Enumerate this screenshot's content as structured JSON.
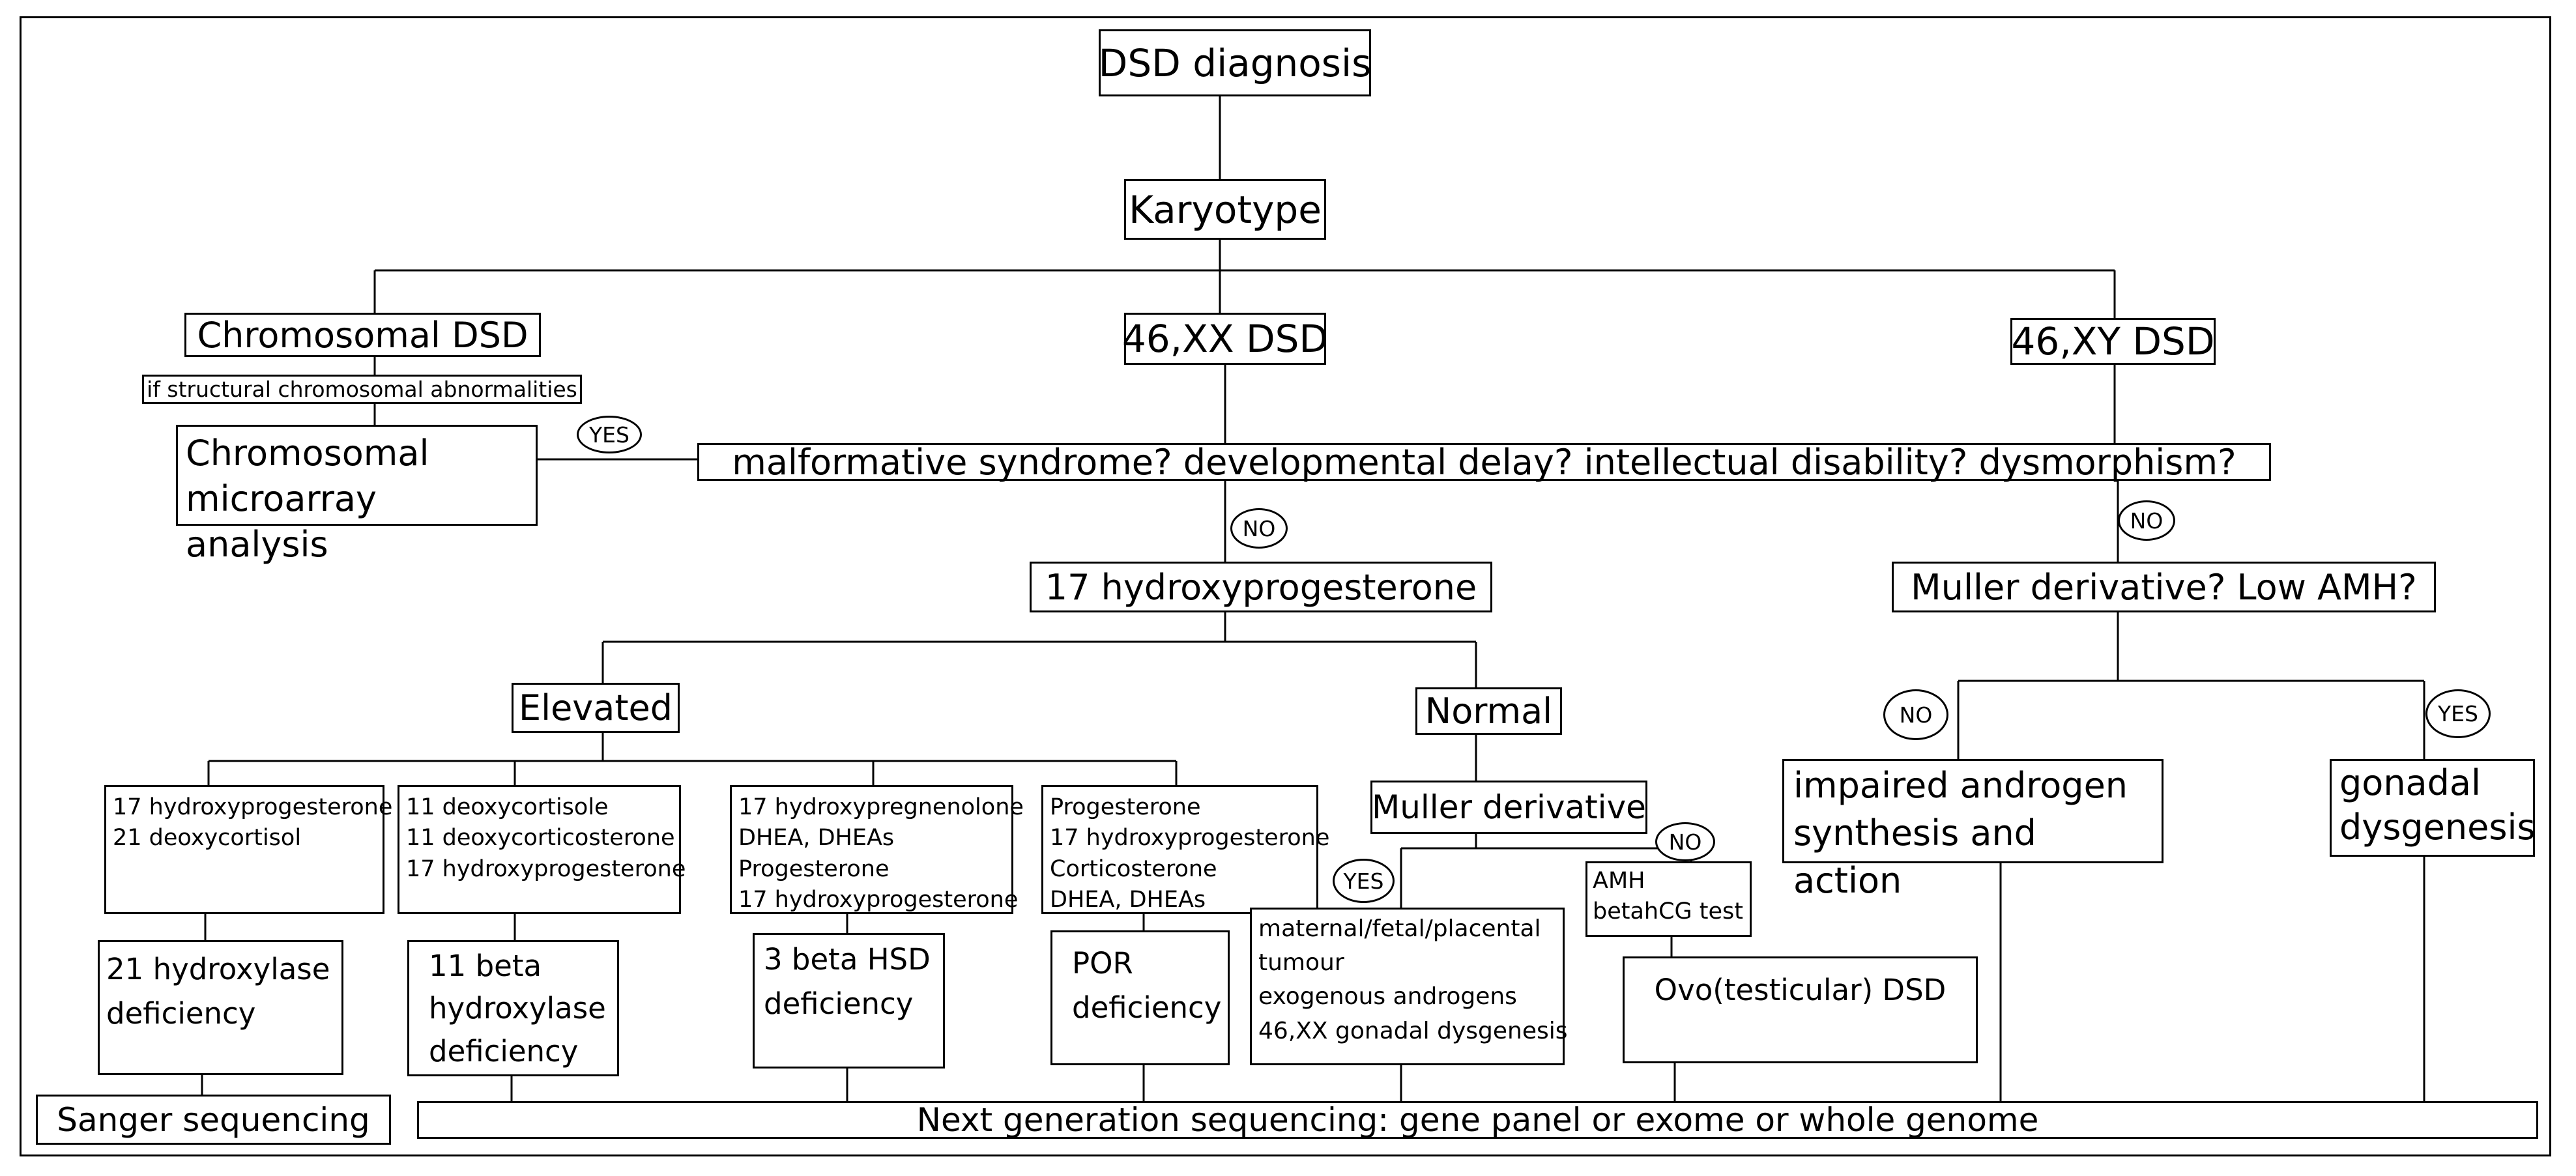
{
  "nodes": {
    "dsd_diagnosis": "DSD diagnosis",
    "karyotype": "Karyotype",
    "chromosomal_dsd": "Chromosomal DSD",
    "structural_note": "if structural chromosomal abnormalities",
    "microarray": [
      "Chromosomal",
      "microarray analysis"
    ],
    "xx_dsd": "46,XX DSD",
    "xy_dsd": "46,XY DSD",
    "syndrome_question": "malformative syndrome? developmental delay? intellectual disability? dysmorphism?",
    "hydroxyprogesterone": "17 hydroxyprogesterone",
    "muller_amh": "Muller derivative? Low AMH?",
    "elevated": "Elevated",
    "normal": "Normal",
    "muller_derivative": "Muller derivative",
    "impaired_androgen": [
      "impaired androgen",
      "synthesis and action"
    ],
    "gonadal_dysgenesis": [
      "gonadal",
      "dysgenesis"
    ],
    "markers_21": [
      "17 hydroxyprogesterone",
      "21 deoxycortisol"
    ],
    "markers_11": [
      "11 deoxycortisole",
      "11 deoxycorticosterone",
      "17 hydroxyprogesterone"
    ],
    "markers_3b": [
      "17 hydroxypregnenolone",
      "DHEA, DHEAs",
      "Progesterone",
      "17 hydroxyprogesterone"
    ],
    "markers_por": [
      "Progesterone",
      "17 hydroxyprogesterone",
      "Corticosterone",
      "DHEA, DHEAs"
    ],
    "deficiency_21": [
      "21 hydroxylase",
      "deficiency"
    ],
    "deficiency_11": [
      "11 beta",
      "hydroxylase",
      "deficiency"
    ],
    "deficiency_3b": [
      "3 beta HSD",
      "deficiency"
    ],
    "deficiency_por": [
      "POR",
      "deficiency"
    ],
    "maternal_causes": [
      "maternal/fetal/placental",
      "tumour",
      "exogenous androgens",
      "46,XX gonadal dysgenesis"
    ],
    "amh_test": [
      "AMH",
      "betahCG test"
    ],
    "ovotesticular": "Ovo(testicular) DSD",
    "sanger": "Sanger sequencing",
    "ngs": "Next generation sequencing: gene panel or exome or whole genome"
  },
  "labels": {
    "yes": "YES",
    "no": "NO"
  }
}
